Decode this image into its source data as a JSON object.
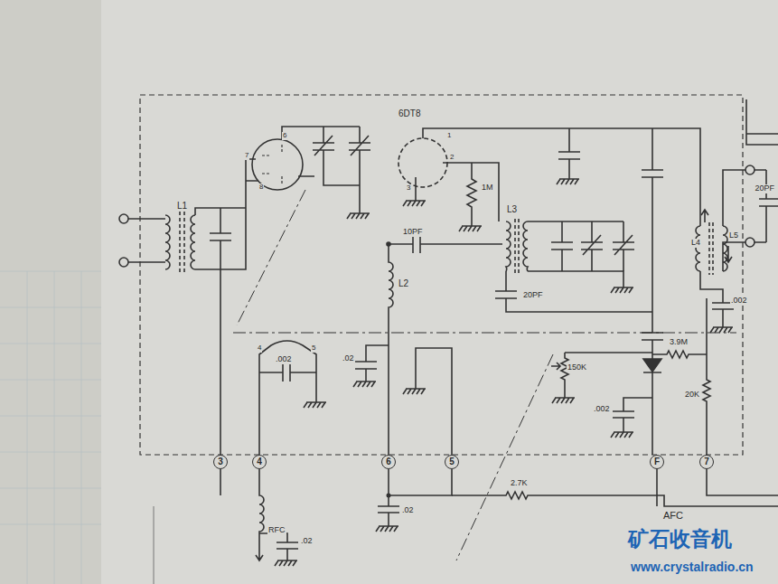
{
  "diagram": {
    "nodes": [
      {
        "text": [
          "3"
        ]
      },
      {
        "text": [
          "4"
        ]
      },
      {
        "text": [
          "6"
        ]
      },
      {
        "text": [
          "5"
        ]
      },
      {
        "text": [
          "F"
        ]
      },
      {
        "text": [
          "7"
        ]
      }
    ],
    "edges": [
      {
        "from": 2,
        "to": 3,
        "arrow": "none"
      }
    ],
    "labels": [
      "6DT8",
      "7",
      "6",
      "8",
      "1",
      "2",
      "3",
      "L1",
      "10PF",
      "1M",
      "L3",
      "20PF",
      "L2",
      "4",
      "5",
      ".002",
      ".02",
      "150K",
      ".002",
      "3.9M",
      "20K",
      "L4",
      "L5",
      "20PF",
      ".002",
      "2.7K",
      "RFC",
      ".02",
      ".02",
      "AFC",
      "矿石收音机",
      "www.crystalradio.cn"
    ]
  }
}
